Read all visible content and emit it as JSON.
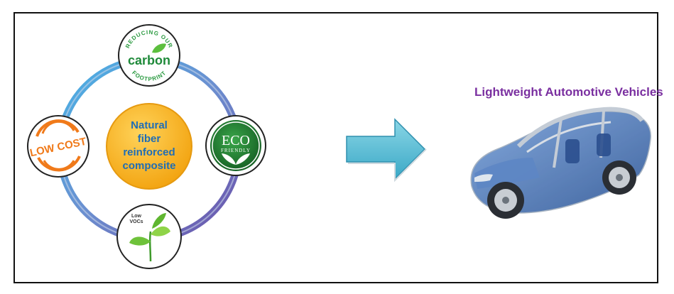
{
  "diagram": {
    "center_lines": [
      "Natural",
      "fiber",
      "reinforced",
      "composite"
    ],
    "nodes": {
      "carbon": {
        "arc_top": "REDUCING OUR",
        "word": "carbon",
        "arc_bottom": "FOOTPRINT"
      },
      "eco": {
        "word": "ECO",
        "sub": "FRIENDLY"
      },
      "low_cost": {
        "word": "LOW COST"
      },
      "low_vocs": {
        "lines": [
          "Low",
          "VOCs"
        ]
      }
    },
    "result_label": "Lightweight Automotive Vehicles"
  },
  "colors": {
    "ring_blue": "#3b8fd1",
    "ring_purple": "#6b4fa8",
    "center_fill": "#f7b21b",
    "center_text": "#1f6db5",
    "eco_green": "#1e7a32",
    "carbon_green": "#1f8a3a",
    "low_cost_orange": "#f07a1a",
    "arrow_fill": "#5bbfd6",
    "label_purple": "#7a2fa0",
    "car_blue": "#2e5fa8"
  }
}
